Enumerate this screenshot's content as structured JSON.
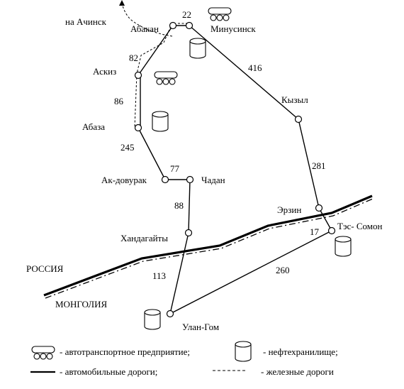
{
  "cities": {
    "abakan": "Абакан",
    "minusinsk": "Минусинск",
    "askiz": "Аскиз",
    "abaza": "Абаза",
    "kyzyl": "Кызыл",
    "ak_dovurak": "Ак-довурак",
    "chadan": "Чадан",
    "khandagayty": "Хандагайты",
    "erzin": "Эрзин",
    "tes_somon": "Тэс- Сомон",
    "ulan_gom": "Улан-Гом"
  },
  "to_achinsk": "на Ачинск",
  "distances": {
    "abakan_minusinsk": "22",
    "abakan_askiz": "82",
    "askiz_abaza": "86",
    "abaza_akdovurak": "245",
    "akdovurak_chadan": "77",
    "chadan_khandagayty": "88",
    "minusinsk_kyzyl": "416",
    "kyzyl_erzin": "281",
    "erzin_tessomon": "17",
    "khandagayty_ulangom": "113",
    "ulangom_tessomon": "260"
  },
  "countries": {
    "russia": "РОССИЯ",
    "mongolia": "МОНГОЛИЯ"
  },
  "legend": {
    "motor_depot": "- автотранспортное предприятие;",
    "oil_storage": "- нефтехранилище;",
    "roads": "- автомобильные дороги;",
    "railways": "- железные дороги"
  },
  "icons": {
    "motor_depot": "truck-depot-icon",
    "oil_storage": "oil-tank-icon"
  }
}
